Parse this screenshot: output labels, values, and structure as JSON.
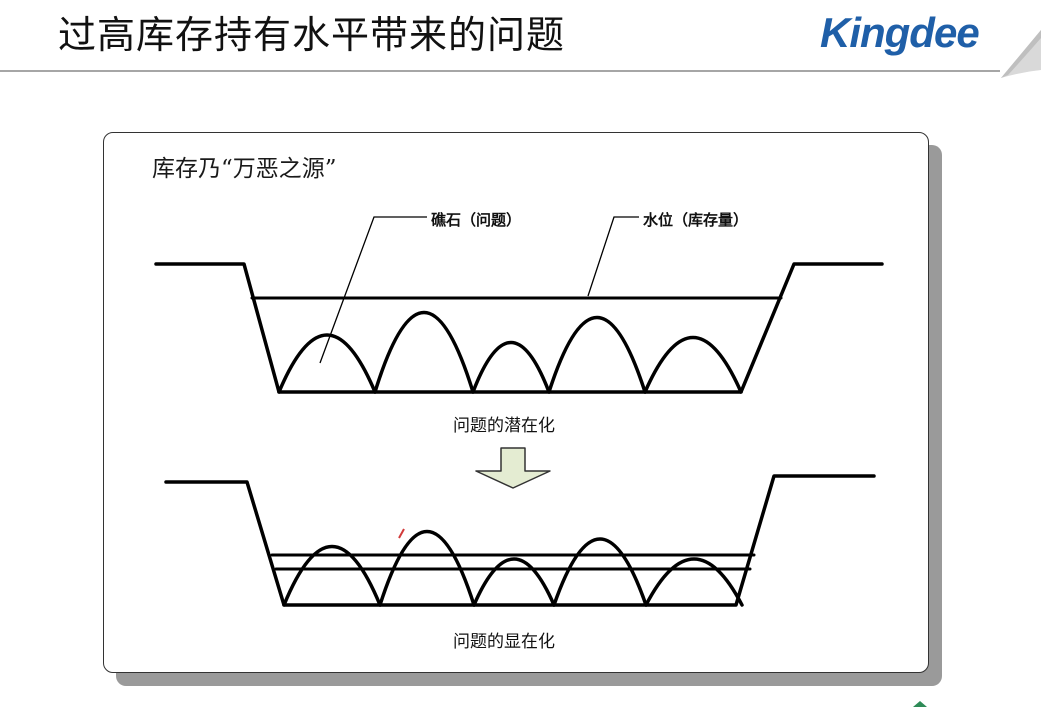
{
  "header": {
    "title": "过高库存持有水平带来的问题",
    "logo_text": "Kingdee",
    "logo_color": "#1f5fa8"
  },
  "diagram": {
    "heading": "库存乃“万恶之源”",
    "label_rock": "礁石（问题）",
    "label_water": "水位（库存量）",
    "caption_hidden": "问题的潜在化",
    "caption_exposed": "问题的显在化",
    "arrow_color": "#e4ecd2"
  }
}
